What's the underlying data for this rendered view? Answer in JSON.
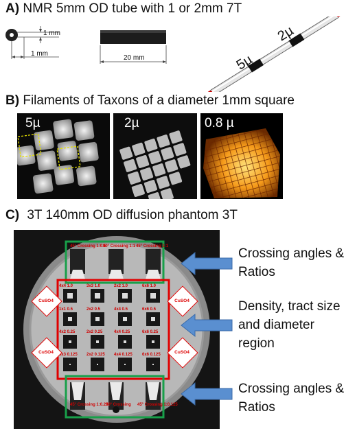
{
  "panel_a": {
    "heading_prefix": "A)",
    "heading_text": "NMR 5mm OD tube with 1 or 2mm 7T",
    "dim_1mm_top": "1 mm",
    "dim_1mm_bottom": "1 mm",
    "dim_20mm": "20 mm",
    "tube_label_5": "5µ",
    "tube_label_2": "2µ"
  },
  "panel_b": {
    "heading_prefix": "B)",
    "heading_text": "Filaments of Taxons of a diameter 1mm square",
    "images": [
      {
        "label": "5µ"
      },
      {
        "label": "2µ"
      },
      {
        "label": "0.8 µ"
      }
    ]
  },
  "panel_c": {
    "heading_prefix": "C)",
    "heading_text": "3T 140mm OD diffusion phantom 3T",
    "callouts": [
      {
        "text": "Crossing angles & Ratios"
      },
      {
        "text": "Density, tract size and diameter region"
      },
      {
        "text": "Crossing angles & Ratios"
      }
    ],
    "top_labels": [
      "45° Crossing 1:0.5",
      "90° Crossing 1:1",
      "45° Crossing 1:1"
    ],
    "bottom_labels": [
      "45° Crossing 1:0.25",
      "90° Crossing",
      "45° Crossing 1:0.125"
    ],
    "grid_labels": [
      [
        "4x4 1.0",
        "3x3 1.0",
        "2x2 1.0",
        "6x6 1.0"
      ],
      [
        "1x1 0.5",
        "2x2 0.5",
        "4x4 0.5",
        "6x6 0.5"
      ],
      [
        "4x2 0.25",
        "2x2 0.25",
        "4x4 0.25",
        "6x6 0.25"
      ],
      [
        "4x3 0.125",
        "2x2 0.125",
        "4x4 0.125",
        "6x6 0.125"
      ]
    ],
    "cuso4": "CuSO4"
  }
}
